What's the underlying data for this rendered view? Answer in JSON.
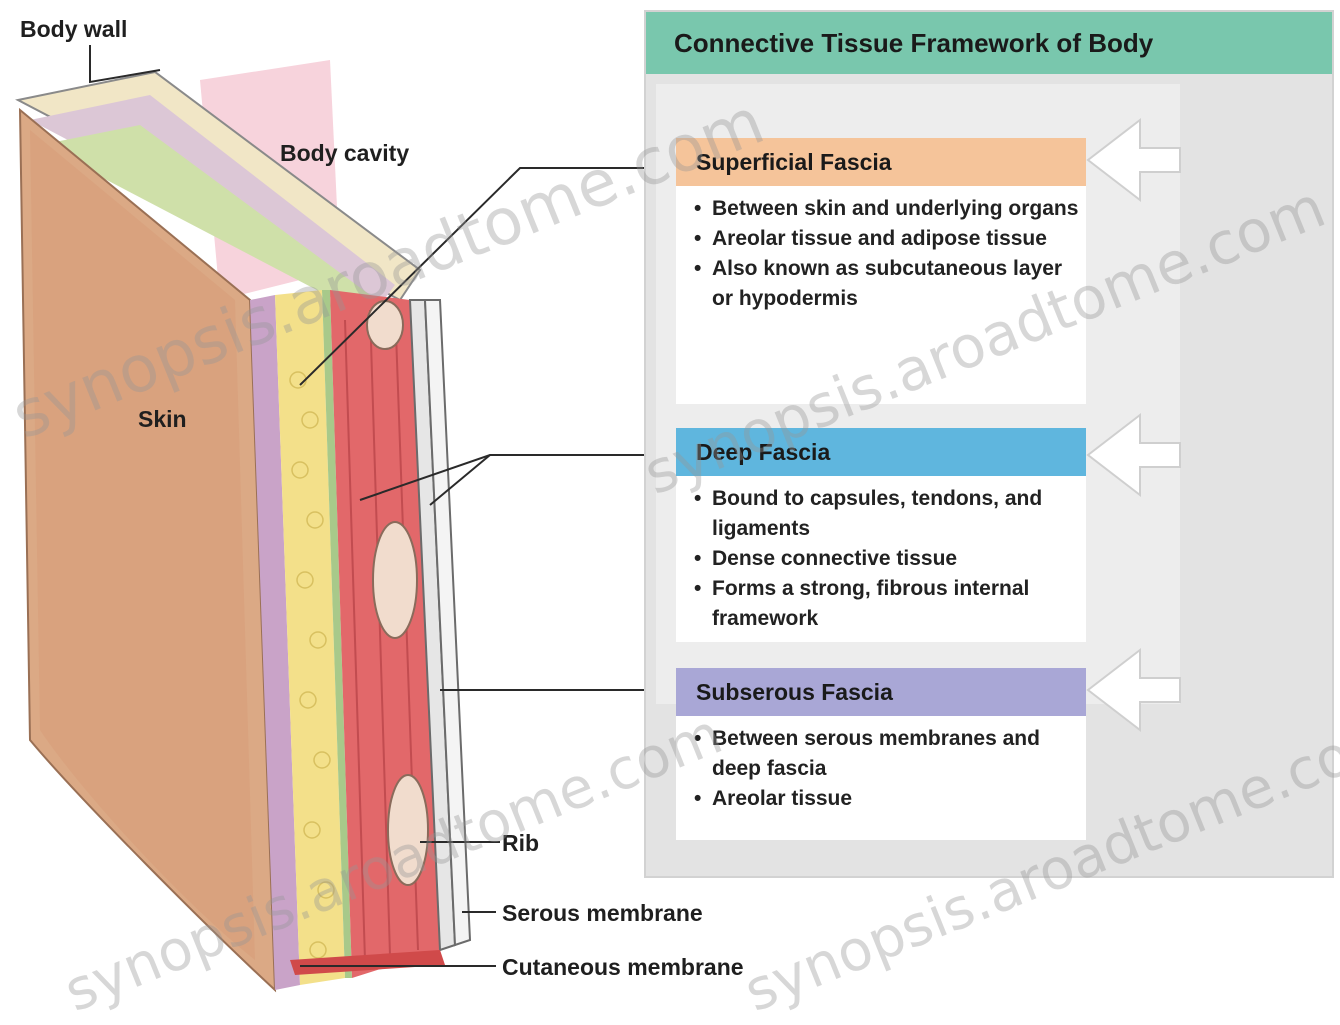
{
  "labels": {
    "body_wall": "Body wall",
    "body_cavity": "Body cavity",
    "skin": "Skin",
    "rib": "Rib",
    "serous_membrane": "Serous membrane",
    "cutaneous_membrane": "Cutaneous membrane"
  },
  "panel": {
    "title": "Connective Tissue Framework of Body",
    "sections": [
      {
        "heading": "Superficial Fascia",
        "color": "#f5c49a",
        "bullets": [
          "Between skin and underlying organs",
          "Areolar tissue and adipose tissue",
          "Also known as subcutaneous layer or hypodermis"
        ]
      },
      {
        "heading": "Deep Fascia",
        "color": "#5fb6de",
        "bullets": [
          "Bound to capsules, tendons, and ligaments",
          "Dense connective tissue",
          "Forms a strong, fibrous internal framework"
        ]
      },
      {
        "heading": "Subserous Fascia",
        "color": "#a9a7d6",
        "bullets": [
          "Between serous membranes and deep fascia",
          "Areolar tissue"
        ]
      }
    ]
  },
  "watermarks": [
    "synopsis.aroadtome.com",
    "synopsis.aroadtome.com",
    "synopsis.aroadtome.com",
    "synopsis.aroadtome.com"
  ]
}
